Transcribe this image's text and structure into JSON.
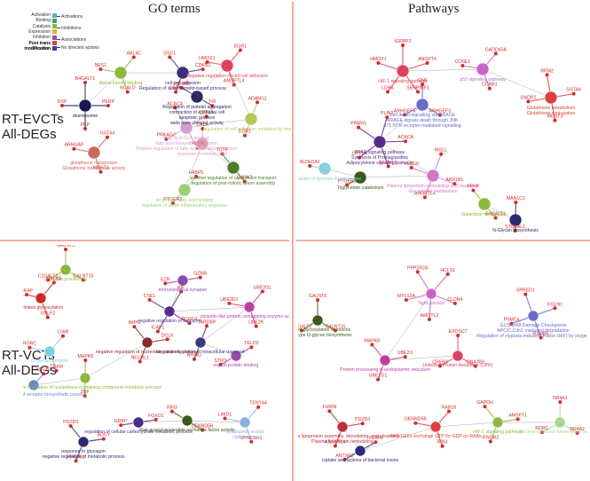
{
  "columns": {
    "go_terms": "GO terms",
    "pathways": "Pathways"
  },
  "rows": {
    "top": {
      "line1": "RT-EVCTs",
      "line2": "All-DEGs"
    },
    "bottom": {
      "line1": "RT-VCTs",
      "line2": "All-DEGs"
    }
  },
  "legend": {
    "categories": [
      "Activation",
      "Binding",
      "Catalysis",
      "Expression",
      "Inhibition",
      "Post trans modification",
      "Reaction"
    ],
    "edge_types": [
      "Activations",
      "Inhibitions",
      "Associations",
      "No directed actions"
    ],
    "swatches": [
      "#5aaad8",
      "#3fa35f",
      "#8bb93b",
      "#e4b42a",
      "#9b4ea4",
      "#d8435a",
      "#2a4aa0"
    ]
  },
  "colors": {
    "divider": "#e05a40",
    "gene_label": "#d42a2a",
    "edge": "#707070"
  },
  "panels": {
    "go_top": {
      "clusters": [
        {
          "color": "#1a1a4e",
          "terms": [
            "desmosome"
          ],
          "genes": [
            "B4GALT1",
            "PERP",
            "PKP",
            "DSP"
          ]
        },
        {
          "color": "#8bb93b",
          "terms": [
            "Alpha-tubulin binding"
          ],
          "genes": [
            "ABL4C",
            "NCALD",
            "NES1"
          ]
        },
        {
          "color": "#3d2d7a",
          "terms": [
            "cell-cell adhesion",
            "Regulation of actin filament-based process"
          ],
          "genes": [
            "CDKN1",
            "CADM",
            "DSC1"
          ]
        },
        {
          "color": "#2a2a60",
          "terms": [
            "Regulation of platelet aggregation",
            "contraction of epithelial cell",
            "apoptotic process",
            "wide pore channel activity"
          ],
          "genes": [
            "TRI",
            "ZNF395"
          ]
        },
        {
          "color": "#e04060",
          "terms": [
            "Negative regulation of cell-cell adhesion"
          ],
          "genes": [
            "ANGPTL4",
            "HMOX1",
            "EGR1"
          ]
        },
        {
          "color": "#b4c85a",
          "terms": [
            "regulation of cell adhesion mediated by integrin"
          ],
          "genes": [
            "DDR1",
            "ADAM12"
          ]
        },
        {
          "color": "#d89cd0",
          "terms": [
            "fatty-acyl-CoA binding",
            "fatty acid biosynthetic process",
            "Positive regulation of fatty acid metabolic process"
          ],
          "genes": [
            "PRKAG2",
            "ACACA",
            "CPT1A",
            "PECR"
          ]
        },
        {
          "color": "#ca6a60",
          "terms": [
            "glutathione metabolism",
            "Glutathione transferase activity"
          ],
          "genes": [
            "ARHGAP",
            "GSTA4",
            "MGST1"
          ]
        },
        {
          "color": "#4e7a2a",
          "terms": [
            "positive regulation of calcium ion transport",
            "regulation of post-mitotic cilium assembly"
          ],
          "genes": [
            "TCTP",
            "CAPN2"
          ]
        },
        {
          "color": "#e0a0c0",
          "terms": [
            "response to retinoic acid"
          ],
          "genes": [
            "CALR"
          ]
        },
        {
          "color": "#9ad07a",
          "terms": [
            "long-chain fatty acid binding",
            "regulation of acute inflammatory response"
          ],
          "genes": [
            "FABP5",
            "PTGER3"
          ]
        }
      ]
    },
    "path_top": {
      "clusters": [
        {
          "color": "#e04060",
          "terms": [
            "HIF-1 signaling pathway"
          ],
          "genes": [
            "IGFBP3",
            "ANGPT4",
            "SERPINE1",
            "LDHA",
            "HMOX1"
          ]
        },
        {
          "color": "#c864c8",
          "terms": [
            "p53 signaling pathway"
          ],
          "genes": [
            "GADD45A",
            "CCNB1",
            "CCNE1"
          ]
        },
        {
          "color": "#e04040",
          "terms": [
            "Glutathione metabolism",
            "Glutathione conjugation"
          ],
          "genes": [
            "GSTA4",
            "MGST3",
            "GNDP2",
            "RRM2"
          ]
        },
        {
          "color": "#6a6ac8",
          "terms": [
            "Cell death signalling via NRAGE",
            "NRAGE signals death through JNK",
            "p75 NTR receptor-mediated signalling"
          ],
          "genes": [
            "ARHGEF3",
            "ARHGEF4",
            "OMI"
          ]
        },
        {
          "color": "#5a2a8a",
          "terms": [
            "PPAR signaling pathway",
            "Synthesis of Prostaglandins",
            "Adipocytokine signaling pathway"
          ],
          "genes": [
            "ELOVL6",
            "CPT1A",
            "PPARG",
            "PLIN2",
            "ACACA"
          ]
        },
        {
          "color": "#ce78c8",
          "terms": [
            "Plasma lipoprotein remodeling and clearance",
            "Glycerolipid metabolism"
          ],
          "genes": [
            "ANGPTL4",
            "VLDLR",
            "MGLL",
            "AKR1B1"
          ]
        },
        {
          "color": "#3a5a1a",
          "terms": [
            "Triglyceride catabolism"
          ],
          "genes": [
            "PTGER3"
          ]
        },
        {
          "color": "#8ad0d8",
          "terms": [
            "Regulation of lipolysis in adipocytes"
          ],
          "genes": [
            "ALDH1A1"
          ]
        },
        {
          "color": "#8bb93b",
          "terms": [
            "Galactose metabolism"
          ],
          "genes": [
            "FFKP",
            "B4GALT1"
          ]
        },
        {
          "color": "#2a2a70",
          "terms": [
            "N-Glycan biosynthesis"
          ],
          "genes": [
            "MAN1C1",
            "ST6GAL1"
          ]
        }
      ]
    },
    "go_bottom": {
      "clusters": [
        {
          "color": "#8bb93b",
          "terms": [
            "O-glycan processing"
          ],
          "genes": [
            "GALNT5",
            "GALNT15",
            "C1GALT1"
          ]
        },
        {
          "color": "#cc2a2a",
          "terms": [
            "O-linked glycosylation"
          ],
          "genes": [
            "MYO01",
            "GNLF2",
            "SKAP"
          ]
        },
        {
          "color": "#8a4ab0",
          "terms": [
            "immunological synapse"
          ],
          "genes": [
            "GZMA",
            "EZR"
          ]
        },
        {
          "color": "#5a2a8a",
          "terms": [
            "negative regulation of transport"
          ],
          "genes": [
            "PCDC4",
            "ICAP1",
            "CSE1",
            "KIF"
          ]
        },
        {
          "color": "#c040a0",
          "terms": [
            "ubiquitin-like protein conjugating enzyme activity"
          ],
          "genes": [
            "UBE2K",
            "UBE2D1",
            "UBE2G1"
          ]
        },
        {
          "color": "#3a3a80",
          "terms": [
            "negative regulation of intracellular transport"
          ],
          "genes": [
            "NR4A1",
            "TARDBP"
          ]
        },
        {
          "color": "#9a4ab0",
          "terms": [
            "Hsp90 protein binding"
          ],
          "genes": [
            "STIP1",
            "TELO2"
          ]
        },
        {
          "color": "#7ad0e0",
          "terms": [
            "O-glycan complex"
          ],
          "genes": [
            "RORC",
            "LYAR",
            "TRAM"
          ]
        },
        {
          "color": "#8a2a2a",
          "terms": [
            "negative regulation of nucleotide catabolic process"
          ],
          "genes": [
            "IMPG",
            "DCLK",
            "NEURL1"
          ]
        },
        {
          "color": "#8bb93b",
          "terms": [
            "negative regulation of nucleobase-containing compound metabolic process"
          ],
          "genes": [
            "MAPK8",
            "ZNF"
          ]
        },
        {
          "color": "#6a8ac8",
          "terms": [
            "negative regulation of receptor biosynthetic process"
          ],
          "genes": [
            "SCGB1"
          ]
        },
        {
          "color": "#4a2a8a",
          "terms": [
            "regulation of cellular carbohydrate metabolic process"
          ],
          "genes": [
            "FOXO1",
            "GRM7"
          ]
        },
        {
          "color": "#3a5a1a",
          "terms": [
            "Rab guanyl-nucleotide exchange factor activity"
          ],
          "genes": [
            "DENND5B",
            "RIN3"
          ]
        },
        {
          "color": "#8ab0e0",
          "terms": [
            "cytoplasmic vesicle",
            "clathrin coat"
          ],
          "genes": [
            "DYNC1H1",
            "LIMD1",
            "TENT4A"
          ]
        },
        {
          "color": "#2a2a70",
          "terms": [
            "response to glucagon",
            "negative regulation of metabolic process"
          ],
          "genes": [
            "PFKFB1",
            "PDZD3",
            "ADCY"
          ]
        }
      ]
    },
    "path_bottom": {
      "clusters": [
        {
          "color": "#3a5a1a",
          "terms": [
            "O-linked glycosylation of mucins",
            "Mucin type O-glycan biosynthesis"
          ],
          "genes": [
            "GALNT5",
            "GALNT15",
            "C1GALT1"
          ]
        },
        {
          "color": "#c864c8",
          "terms": [
            "Tight junction"
          ],
          "genes": [
            "HCLS1",
            "CLDN4",
            "AMOTL2",
            "MYL12A",
            "PPP2R2A"
          ]
        },
        {
          "color": "#c040a0",
          "terms": [
            "Protein processing in endoplasmic reticulum"
          ],
          "genes": [
            "UBE2I1",
            "UBE2G1",
            "MAPK8"
          ]
        },
        {
          "color": "#e04060",
          "terms": [
            "Unfolded Protein Response (UPR)"
          ],
          "genes": [
            "DNAJB9",
            "CREB3",
            "EXOSC7"
          ]
        },
        {
          "color": "#6a6ac8",
          "terms": [
            "G1/S DNA Damage Checkpoints",
            "APC/C:Cdh1 mediated degradation",
            "Regulation of Hypoxia-inducible Factor (HIF) by oxygen"
          ],
          "genes": [
            "PSMB6",
            "PSMC4",
            "SPRED1",
            "EGLN1"
          ]
        },
        {
          "color": "#c0303a",
          "terms": [
            "Plasma lipoprotein assembly, remodeling, and clearance",
            "Plasma lipoprotein remodeling"
          ],
          "genes": [
            "ANGPTL4",
            "FURIN",
            "PDZD3"
          ]
        },
        {
          "color": "#2a2a80",
          "terms": [
            "Uptake and actions of bacterial toxins"
          ],
          "genes": [
            "ANTXR2",
            "FURIN"
          ]
        },
        {
          "color": "#e04040",
          "terms": [
            "RAB GEFs exchange GTP for GDP on RABs"
          ],
          "genes": [
            "DENND5B",
            "RAB1B",
            "RIN3"
          ]
        },
        {
          "color": "#8bb93b",
          "terms": [
            "HIF-1 signaling pathway"
          ],
          "genes": [
            "GAPDH",
            "ANGPT1",
            "IFNGR2"
          ]
        },
        {
          "color": "#a8d890",
          "terms": [
            "Nuclear Receptor transcription pathway"
          ],
          "genes": [
            "NR4A1",
            "NR4A2",
            "RORC"
          ]
        }
      ]
    }
  }
}
